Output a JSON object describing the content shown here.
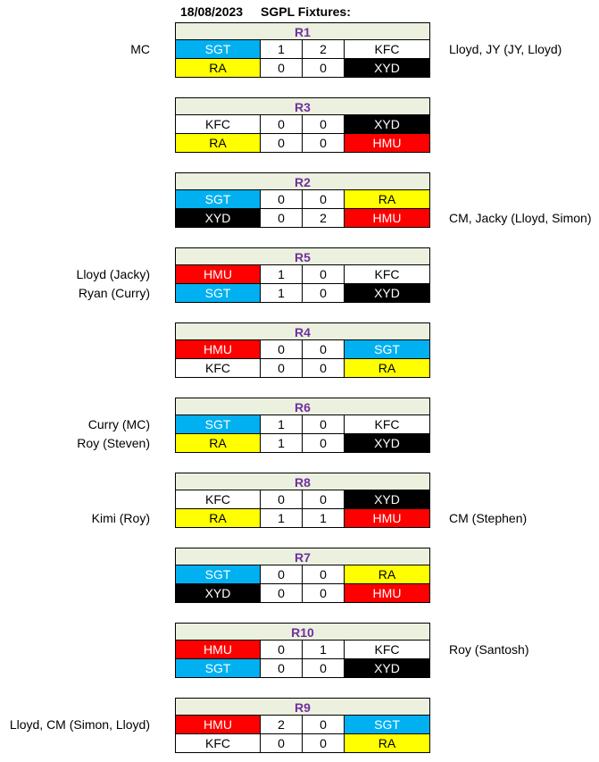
{
  "header": {
    "date": "18/08/2023",
    "title": "SGPL Fixtures:"
  },
  "rounds": [
    {
      "name": "R1",
      "games": [
        {
          "home": "SGT",
          "hs": "1",
          "as": "2",
          "away": "KFC",
          "left": "MC",
          "right": "Lloyd, JY (JY, Lloyd)"
        },
        {
          "home": "RA",
          "hs": "0",
          "as": "0",
          "away": "XYD",
          "left": "",
          "right": ""
        }
      ]
    },
    {
      "name": "R3",
      "games": [
        {
          "home": "KFC",
          "hs": "0",
          "as": "0",
          "away": "XYD",
          "left": "",
          "right": ""
        },
        {
          "home": "RA",
          "hs": "0",
          "as": "0",
          "away": "HMU",
          "left": "",
          "right": ""
        }
      ]
    },
    {
      "name": "R2",
      "games": [
        {
          "home": "SGT",
          "hs": "0",
          "as": "0",
          "away": "RA",
          "left": "",
          "right": ""
        },
        {
          "home": "XYD",
          "hs": "0",
          "as": "2",
          "away": "HMU",
          "left": "",
          "right": "CM, Jacky (Lloyd, Simon)"
        }
      ]
    },
    {
      "name": "R5",
      "games": [
        {
          "home": "HMU",
          "hs": "1",
          "as": "0",
          "away": "KFC",
          "left": "Lloyd (Jacky)",
          "right": ""
        },
        {
          "home": "SGT",
          "hs": "1",
          "as": "0",
          "away": "XYD",
          "left": "Ryan (Curry)",
          "right": ""
        }
      ]
    },
    {
      "name": "R4",
      "games": [
        {
          "home": "HMU",
          "hs": "0",
          "as": "0",
          "away": "SGT",
          "left": "",
          "right": ""
        },
        {
          "home": "KFC",
          "hs": "0",
          "as": "0",
          "away": "RA",
          "left": "",
          "right": ""
        }
      ]
    },
    {
      "name": "R6",
      "games": [
        {
          "home": "SGT",
          "hs": "1",
          "as": "0",
          "away": "KFC",
          "left": "Curry (MC)",
          "right": ""
        },
        {
          "home": "RA",
          "hs": "1",
          "as": "0",
          "away": "XYD",
          "left": "Roy (Steven)",
          "right": ""
        }
      ]
    },
    {
      "name": "R8",
      "games": [
        {
          "home": "KFC",
          "hs": "0",
          "as": "0",
          "away": "XYD",
          "left": "",
          "right": ""
        },
        {
          "home": "RA",
          "hs": "1",
          "as": "1",
          "away": "HMU",
          "left": "Kimi (Roy)",
          "right": "CM (Stephen)"
        }
      ]
    },
    {
      "name": "R7",
      "games": [
        {
          "home": "SGT",
          "hs": "0",
          "as": "0",
          "away": "RA",
          "left": "",
          "right": ""
        },
        {
          "home": "XYD",
          "hs": "0",
          "as": "0",
          "away": "HMU",
          "left": "",
          "right": ""
        }
      ]
    },
    {
      "name": "R10",
      "games": [
        {
          "home": "HMU",
          "hs": "0",
          "as": "1",
          "away": "KFC",
          "left": "",
          "right": "Roy (Santosh)"
        },
        {
          "home": "SGT",
          "hs": "0",
          "as": "0",
          "away": "XYD",
          "left": "",
          "right": ""
        }
      ]
    },
    {
      "name": "R9",
      "games": [
        {
          "home": "HMU",
          "hs": "2",
          "as": "0",
          "away": "SGT",
          "left": "Lloyd, CM (Simon, Lloyd)",
          "right": ""
        },
        {
          "home": "KFC",
          "hs": "0",
          "as": "0",
          "away": "RA",
          "left": "",
          "right": ""
        }
      ]
    }
  ],
  "team_colors": {
    "SGT": "#00b0f0",
    "RA": "#ffff00",
    "XYD": "#000000",
    "KFC": "#ffffff",
    "HMU": "#ff0000"
  }
}
